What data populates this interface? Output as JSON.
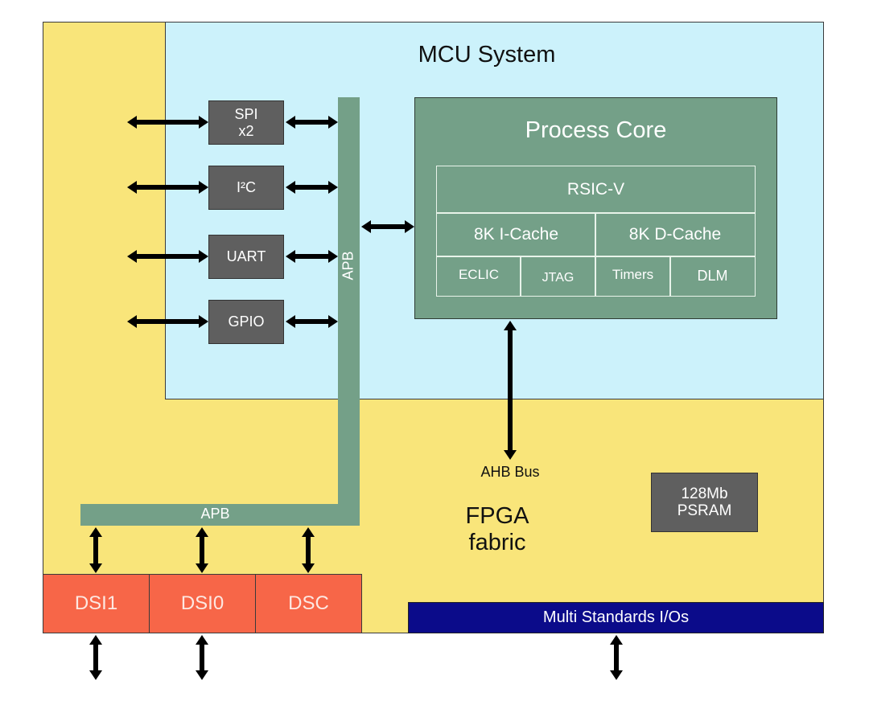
{
  "regions": {
    "fpga_label": "FPGA\nfabric",
    "mcu_title": "MCU System"
  },
  "peripherals": [
    {
      "id": "spi",
      "label": "SPI\nx2"
    },
    {
      "id": "i2c",
      "label": "I²C"
    },
    {
      "id": "uart",
      "label": "UART"
    },
    {
      "id": "gpio",
      "label": "GPIO"
    }
  ],
  "buses": {
    "apb_vertical": "APB",
    "apb_horizontal": "APB",
    "ahb": "AHB Bus"
  },
  "core": {
    "title": "Process Core",
    "isa": "RSIC-V",
    "caches": [
      "8K I-Cache",
      "8K D-Cache"
    ],
    "units": [
      "ECLIC",
      "JTAG",
      "Timers",
      "DLM"
    ]
  },
  "memory": {
    "psram": "128Mb\nPSRAM"
  },
  "interfaces": [
    "DSI1",
    "DSI0",
    "DSC"
  ],
  "io": {
    "label": "Multi Standards I/Os"
  },
  "colors": {
    "fpga_fabric": "#f9e57a",
    "mcu_system": "#ccf2fb",
    "bus_green": "#74a088",
    "peripheral_gray": "#5f5f5f",
    "dsi_red": "#f76648",
    "io_blue": "#0b0b8a"
  }
}
